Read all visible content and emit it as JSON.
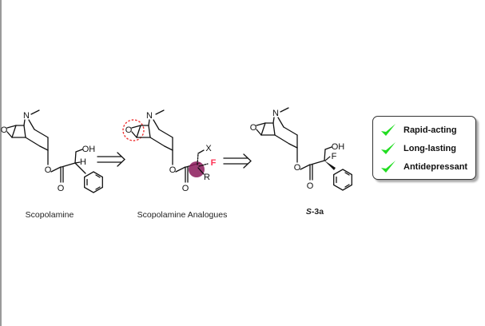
{
  "molecules": [
    {
      "name": "Scopolamine",
      "atoms": {
        "n": "N",
        "epoxide_o": "O",
        "ester_o": "O",
        "carbonyl_o": "O",
        "oh": "OH",
        "h": "H"
      }
    },
    {
      "name": "Scopolamine Analogues",
      "atoms": {
        "n": "N",
        "epoxide_o": "O",
        "ester_o": "O",
        "carbonyl_o": "O",
        "x": "X",
        "f": "F",
        "r": "R"
      }
    },
    {
      "name_prefix": "S",
      "name_suffix": "-3a",
      "atoms": {
        "n": "N",
        "epoxide_o": "O",
        "ester_o": "O",
        "carbonyl_o": "O",
        "oh": "OH",
        "f": "F"
      }
    }
  ],
  "features": [
    "Rapid-acting",
    "Long-lasting",
    "Antidepressant"
  ],
  "colors": {
    "check": "#22dd22",
    "fluorine": "#ff3355",
    "highlight": "#8b1a5a",
    "dashed_circle": "#ee3333"
  }
}
